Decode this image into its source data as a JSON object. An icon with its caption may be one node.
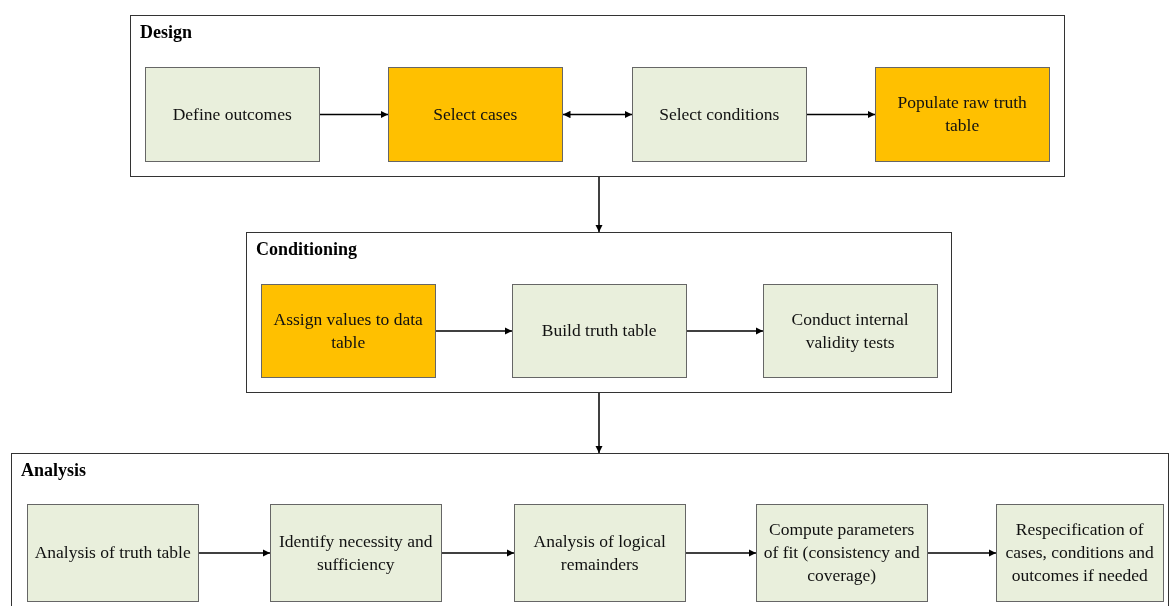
{
  "diagram": {
    "nodes": [
      {
        "text": [
          "Design"
        ]
      },
      {
        "text": [
          "Define outcomes"
        ],
        "in": 0
      },
      {
        "text": [
          "Select cases"
        ],
        "in": 0
      },
      {
        "text": [
          "Select conditions"
        ],
        "in": 0
      },
      {
        "text": [
          "Populate raw truth table"
        ],
        "in": 0
      },
      {
        "text": [
          "Conditioning"
        ]
      },
      {
        "text": [
          "Assign values to data table"
        ],
        "in": 5
      },
      {
        "text": [
          "Build truth table"
        ],
        "in": 5
      },
      {
        "text": [
          "Conduct internal validity tests"
        ],
        "in": 5
      },
      {
        "text": [
          "Analysis"
        ]
      },
      {
        "text": [
          "Analysis of truth table"
        ],
        "in": 9
      },
      {
        "text": [
          "Identify necessity and sufficiency"
        ],
        "in": 9
      },
      {
        "text": [
          "Analysis of logical remainders"
        ],
        "in": 9
      },
      {
        "text": [
          "Compute parameters of fit (consistency and coverage)"
        ],
        "in": 9
      },
      {
        "text": [
          "Respecification of cases, conditions and outcomes if needed"
        ],
        "in": 9
      }
    ],
    "edges": [
      {
        "from": 1,
        "to": 2,
        "arrow": "to"
      },
      {
        "from": 2,
        "to": 3,
        "arrow": "both"
      },
      {
        "from": 3,
        "to": 4,
        "arrow": "to"
      },
      {
        "from": 0,
        "to": 5,
        "arrow": "to"
      },
      {
        "from": 6,
        "to": 7,
        "arrow": "to"
      },
      {
        "from": 7,
        "to": 8,
        "arrow": "to"
      },
      {
        "from": 5,
        "to": 9,
        "arrow": "to"
      },
      {
        "from": 10,
        "to": 11,
        "arrow": "to"
      },
      {
        "from": 11,
        "to": 12,
        "arrow": "to"
      },
      {
        "from": 12,
        "to": 13,
        "arrow": "to"
      },
      {
        "from": 13,
        "to": 14,
        "arrow": "to"
      }
    ]
  }
}
